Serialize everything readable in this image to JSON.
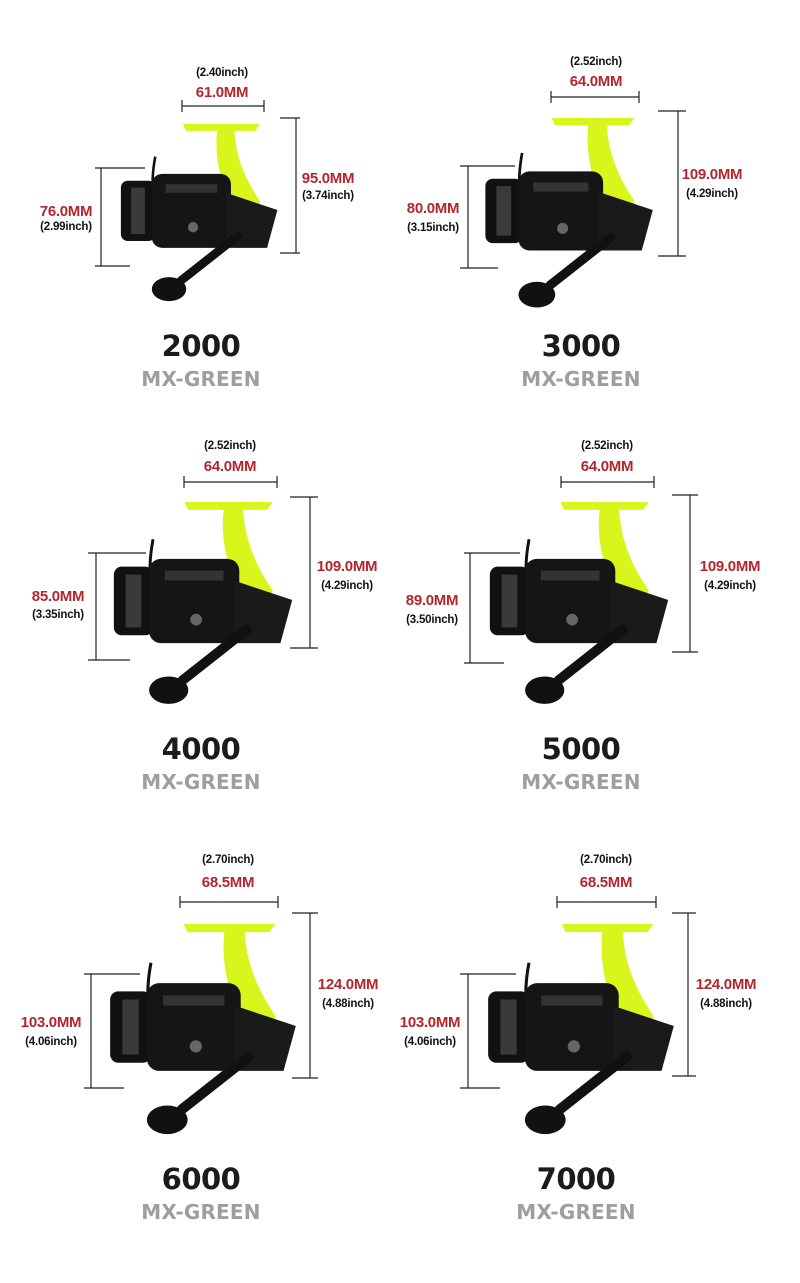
{
  "colors": {
    "accent_red": "#b3262d",
    "reel_lime": "#d8f51c",
    "reel_black": "#151515",
    "series_gray": "#9e9e9e"
  },
  "reels": [
    {
      "model": "2000",
      "series": "MX-GREEN",
      "width_mm": "61.0MM",
      "width_inch": "(2.40inch)",
      "height_mm": "95.0MM",
      "height_inch": "(3.74inch)",
      "spool_mm": "76.0MM",
      "spool_inch": "(2.99inch)"
    },
    {
      "model": "3000",
      "series": "MX-GREEN",
      "width_mm": "64.0MM",
      "width_inch": "(2.52inch)",
      "height_mm": "109.0MM",
      "height_inch": "(4.29inch)",
      "spool_mm": "80.0MM",
      "spool_inch": "(3.15inch)"
    },
    {
      "model": "4000",
      "series": "MX-GREEN",
      "width_mm": "64.0MM",
      "width_inch": "(2.52inch)",
      "height_mm": "109.0MM",
      "height_inch": "(4.29inch)",
      "spool_mm": "85.0MM",
      "spool_inch": "(3.35inch)"
    },
    {
      "model": "5000",
      "series": "MX-GREEN",
      "width_mm": "64.0MM",
      "width_inch": "(2.52inch)",
      "height_mm": "109.0MM",
      "height_inch": "(4.29inch)",
      "spool_mm": "89.0MM",
      "spool_inch": "(3.50inch)"
    },
    {
      "model": "6000",
      "series": "MX-GREEN",
      "width_mm": "68.5MM",
      "width_inch": "(2.70inch)",
      "height_mm": "124.0MM",
      "height_inch": "(4.88inch)",
      "spool_mm": "103.0MM",
      "spool_inch": "(4.06inch)"
    },
    {
      "model": "7000",
      "series": "MX-GREEN",
      "width_mm": "68.5MM",
      "width_inch": "(2.70inch)",
      "height_mm": "124.0MM",
      "height_inch": "(4.88inch)",
      "spool_mm": "103.0MM",
      "spool_inch": "(4.06inch)"
    }
  ]
}
